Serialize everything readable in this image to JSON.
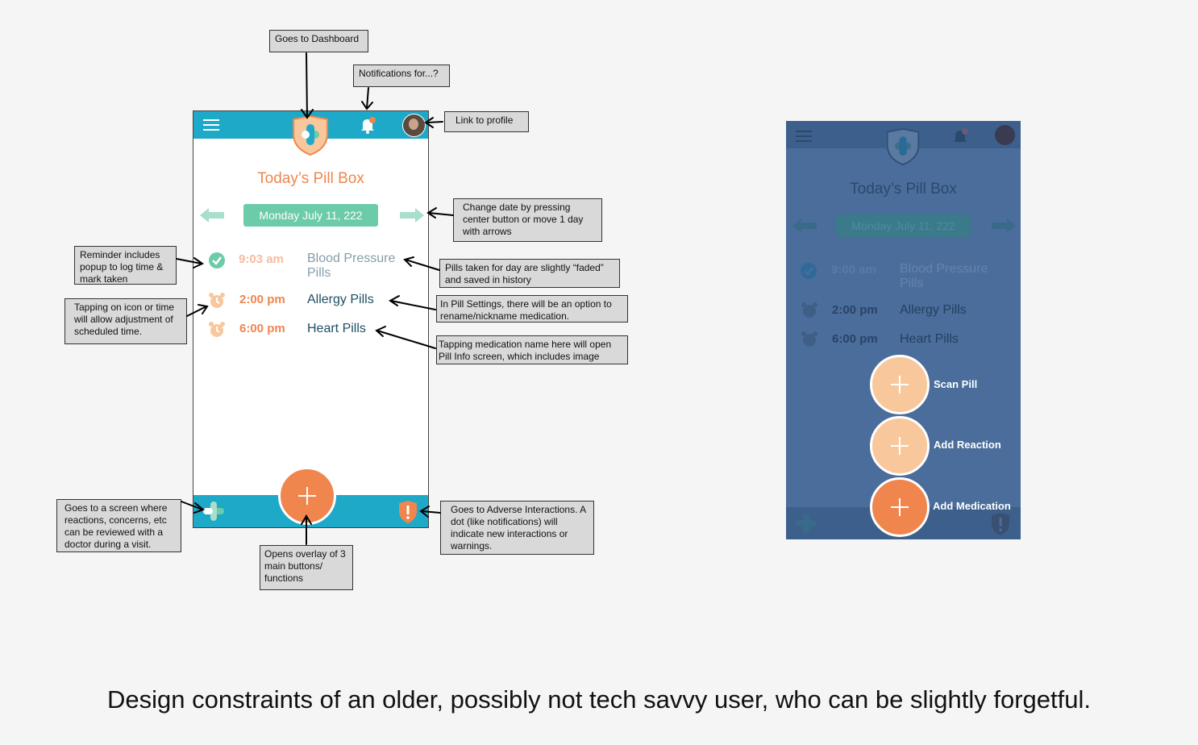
{
  "caption": "Design constraints of an older, possibly not tech savvy user, who can be slightly forgetful.",
  "app": {
    "title": "Today’s Pill Box",
    "date": "Monday July 11, 222",
    "meds": [
      {
        "time": "9:03 am",
        "name": "Blood Pressure Pills",
        "status": "taken"
      },
      {
        "time": "2:00 pm",
        "name": "Allergy Pills",
        "status": "scheduled"
      },
      {
        "time": "6:00 pm",
        "name": "Heart Pills",
        "status": "scheduled"
      }
    ]
  },
  "overlay": {
    "title": "Today’s Pill Box",
    "date": "Monday July 11, 222",
    "meds": [
      {
        "time": "9:00 am",
        "name": "Blood Pressure Pills"
      },
      {
        "time": "2:00 pm",
        "name": "Allergy Pills"
      },
      {
        "time": "6:00 pm",
        "name": "Heart Pills"
      }
    ],
    "buttons": [
      "Scan Pill",
      "Add Reaction",
      "Add Medication"
    ]
  },
  "annotations": {
    "dashboard": "Goes to Dashboard",
    "notifications": "Notifications for...?",
    "profile": "Link to profile",
    "change_date": "Change date by pressing center button or move 1 day with arrows",
    "reminder": "Reminder includes popup to log time & mark taken",
    "faded": "Pills taken for day are slightly “faded” and saved in history",
    "tapping_icon": "Tapping on icon or time will allow adjustment of scheduled time.",
    "pill_settings": "In Pill Settings, there will be an option to rename/nickname medication.",
    "tapping_name": "Tapping medication name here will open Pill Info screen, which includes image",
    "reactions": "Goes to a screen where reactions, concerns, etc can be reviewed with a doctor during a visit.",
    "overlay": "Opens overlay of 3 main buttons/ functions",
    "adverse": "Goes to Adverse Interactions. A dot (like notifications) will indicate new interactions or warnings."
  },
  "colors": {
    "teal": "#1da9c7",
    "orange": "#f0854e",
    "mint": "#6ccba9",
    "navy": "#1e4e62",
    "overlay": "#4a6d9b"
  }
}
